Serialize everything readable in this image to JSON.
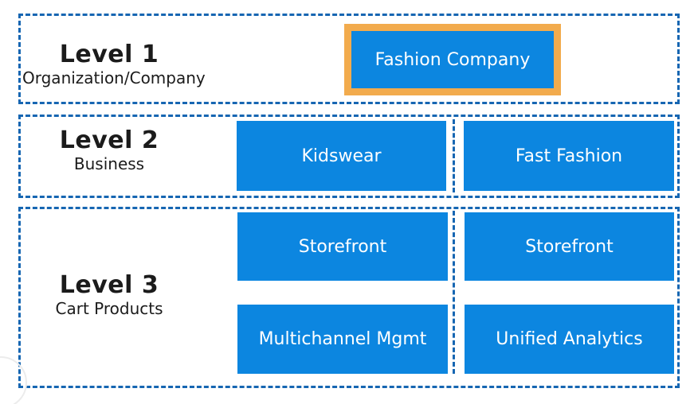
{
  "diagram": {
    "levels": [
      {
        "title": "Level 1",
        "subtitle": "Organization/Company",
        "nodes": [
          {
            "label": "Fashion Company",
            "highlighted": true
          }
        ]
      },
      {
        "title": "Level 2",
        "subtitle": "Business",
        "nodes": [
          {
            "label": "Kidswear"
          },
          {
            "label": "Fast Fashion"
          }
        ]
      },
      {
        "title": "Level 3",
        "subtitle": "Cart Products",
        "nodes": [
          {
            "label": "Storefront"
          },
          {
            "label": "Storefront"
          },
          {
            "label": "Multichannel Mgmt"
          },
          {
            "label": "Unified Analytics"
          }
        ]
      }
    ],
    "colors": {
      "node_fill": "#0c86e0",
      "node_text": "#ffffff",
      "highlight_border": "#f2ab4d",
      "tier_dashed_border": "#1666b2",
      "label_text": "#1b1b1b",
      "background": "#ffffff"
    }
  }
}
